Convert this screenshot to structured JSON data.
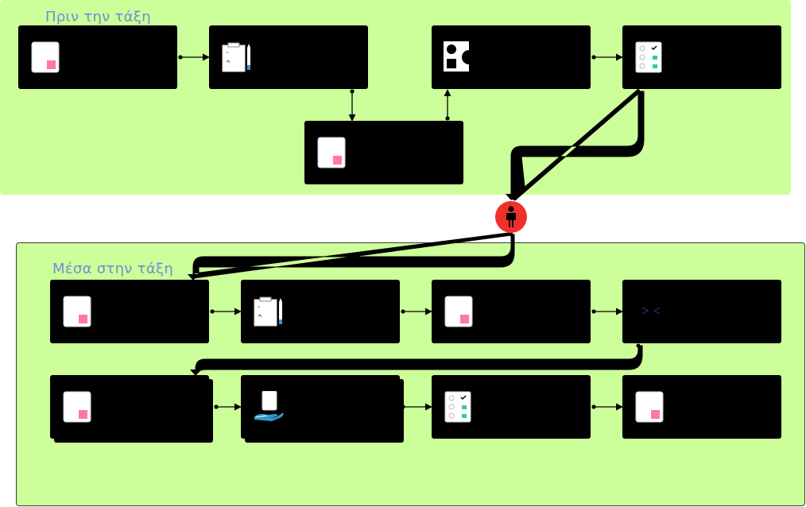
{
  "lanes": {
    "before_class": {
      "label": "Πριν την τάξη"
    },
    "during_class": {
      "label": "Μέσα στην τάξη"
    }
  },
  "nodes": [
    {
      "id": "n1",
      "icon": "note-icon",
      "title": ""
    },
    {
      "id": "n2",
      "icon": "clipboard-pencil-icon",
      "title": ""
    },
    {
      "id": "n3",
      "icon": "note-icon",
      "title": ""
    },
    {
      "id": "n4",
      "icon": "shapes-icon",
      "title": ""
    },
    {
      "id": "n5",
      "icon": "checklist-icon",
      "title": ""
    },
    {
      "id": "n6",
      "icon": "note-icon",
      "title": ""
    },
    {
      "id": "n7",
      "icon": "clipboard-pencil-icon",
      "title": ""
    },
    {
      "id": "n8",
      "icon": "note-icon",
      "title": ""
    },
    {
      "id": "n9",
      "icon": "compare-icon",
      "title": ""
    },
    {
      "id": "n10",
      "icon": "note-icon",
      "title": ""
    },
    {
      "id": "n11",
      "icon": "hand-document-icon",
      "title": ""
    },
    {
      "id": "n12",
      "icon": "checklist-icon",
      "title": ""
    },
    {
      "id": "n13",
      "icon": "note-icon",
      "title": ""
    }
  ],
  "actor": {
    "icon": "person-icon"
  },
  "colors": {
    "lane_fill": "#ccff99",
    "lane_label": "#6d8fd6",
    "node_fill": "#000000",
    "note_pink": "#ff77aa",
    "actor_red": "#f0302a",
    "check_green": "#33cc99",
    "pencil_blue": "#3399cc"
  }
}
